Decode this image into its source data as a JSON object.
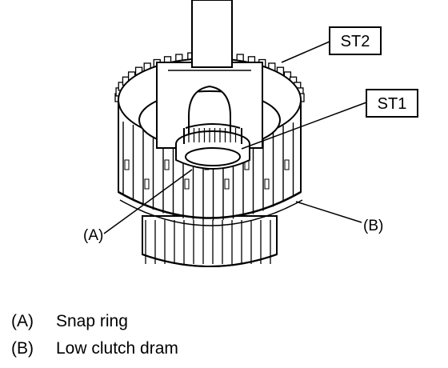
{
  "callouts": {
    "st2": "ST2",
    "st1": "ST1",
    "a": "(A)",
    "b": "(B)"
  },
  "legend": {
    "a": {
      "tag": "(A)",
      "text": "Snap ring"
    },
    "b": {
      "tag": "(B)",
      "text": "Low clutch dram"
    }
  },
  "colors": {
    "line": "#000000",
    "background": "#ffffff"
  }
}
